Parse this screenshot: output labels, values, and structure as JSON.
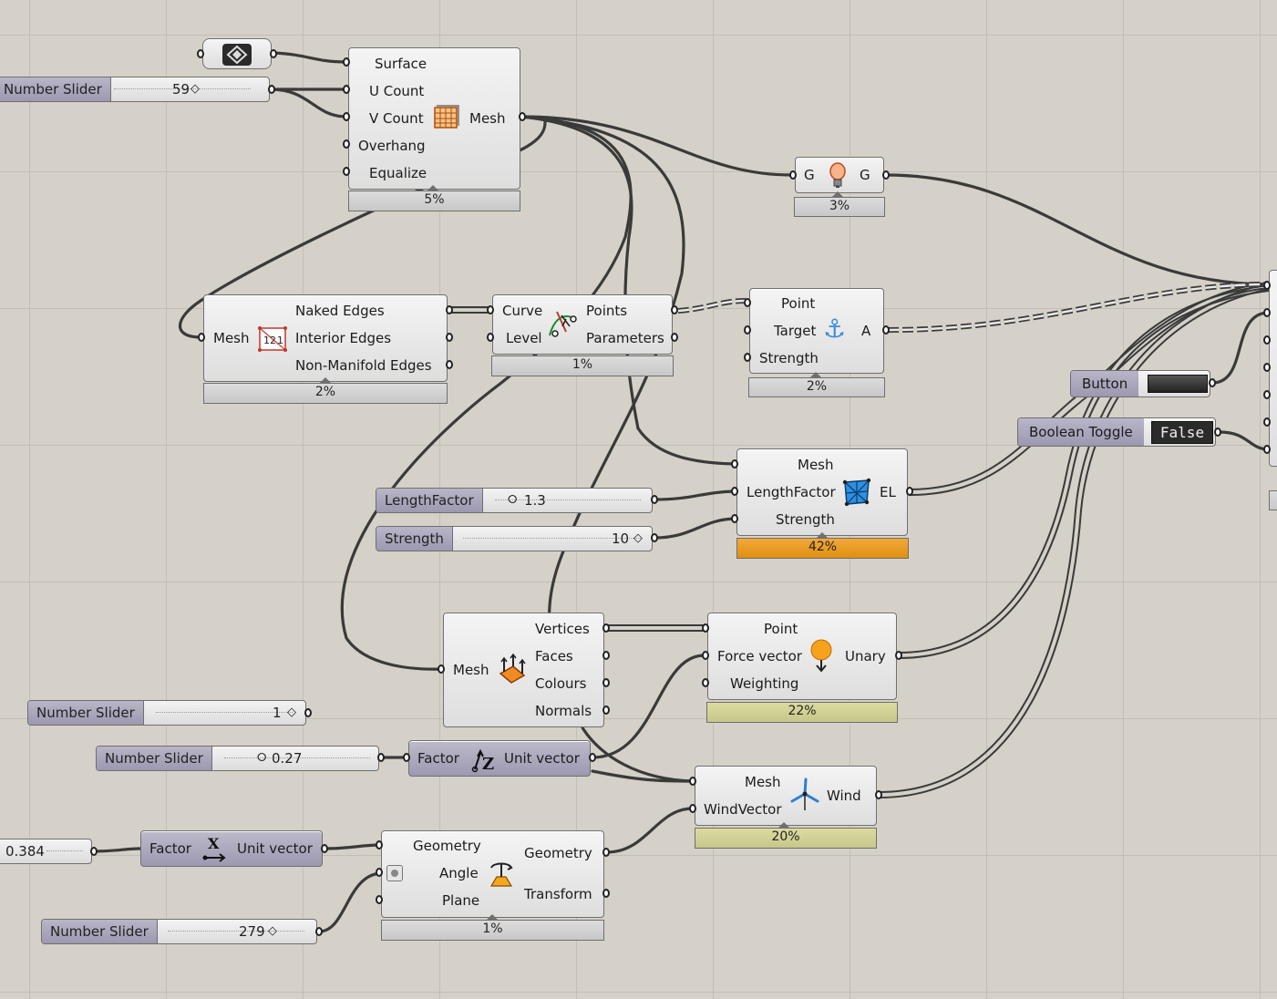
{
  "nodes": {
    "mesh_surface": {
      "inputs": [
        "Surface",
        "U Count",
        "V Count",
        "Overhang",
        "Equalize"
      ],
      "output": "Mesh",
      "profiler": "5%"
    },
    "preview": {
      "input": "G",
      "output": "G",
      "profiler": "3%"
    },
    "naked_edges": {
      "input": "Mesh",
      "outputs": [
        "Naked Edges",
        "Interior Edges",
        "Non-Manifold Edges"
      ],
      "profiler": "2%"
    },
    "divide_curve": {
      "inputs": [
        "Curve",
        "Level"
      ],
      "outputs": [
        "Points",
        "Parameters"
      ],
      "profiler": "1%"
    },
    "anchor": {
      "inputs": [
        "Point",
        "Target",
        "Strength"
      ],
      "output": "A",
      "profiler": "2%"
    },
    "edge_lengths": {
      "inputs": [
        "Mesh",
        "LengthFactor",
        "Strength"
      ],
      "output": "EL",
      "profiler": "42%"
    },
    "deconstruct_mesh": {
      "input": "Mesh",
      "outputs": [
        "Vertices",
        "Faces",
        "Colours",
        "Normals"
      ]
    },
    "unary": {
      "inputs": [
        "Point",
        "Force vector",
        "Weighting"
      ],
      "output": "Unary",
      "profiler": "22%"
    },
    "unit_z": {
      "input": "Factor",
      "output": "Unit vector"
    },
    "unit_x": {
      "input": "Factor",
      "output": "Unit vector"
    },
    "wind": {
      "inputs": [
        "Mesh",
        "WindVector"
      ],
      "output": "Wind",
      "profiler": "20%"
    },
    "rotate": {
      "inputs": [
        "Geometry",
        "Angle",
        "Plane"
      ],
      "outputs": [
        "Geometry",
        "Transform"
      ],
      "profiler": "1%"
    }
  },
  "sliders": {
    "top": {
      "name": "Number Slider",
      "value": "59"
    },
    "length_factor": {
      "name": "LengthFactor",
      "value": "1.3"
    },
    "strength": {
      "name": "Strength",
      "value": "10"
    },
    "slider_one": {
      "name": "Number Slider",
      "value": "1"
    },
    "slider_027": {
      "name": "Number Slider",
      "value": "0.27"
    },
    "slider_0384": {
      "value": "0.384"
    },
    "slider_279": {
      "name": "Number Slider",
      "value": "279"
    }
  },
  "button": {
    "label": "Button"
  },
  "toggle": {
    "label": "Boolean Toggle",
    "value": "False"
  },
  "colors": {
    "canvas": "#d5d1c8",
    "node": "#e4e4e4",
    "slider_name": "#a9a6bc",
    "profiler_hot": "#eaa02a",
    "profiler_warm": "#d2d194"
  }
}
